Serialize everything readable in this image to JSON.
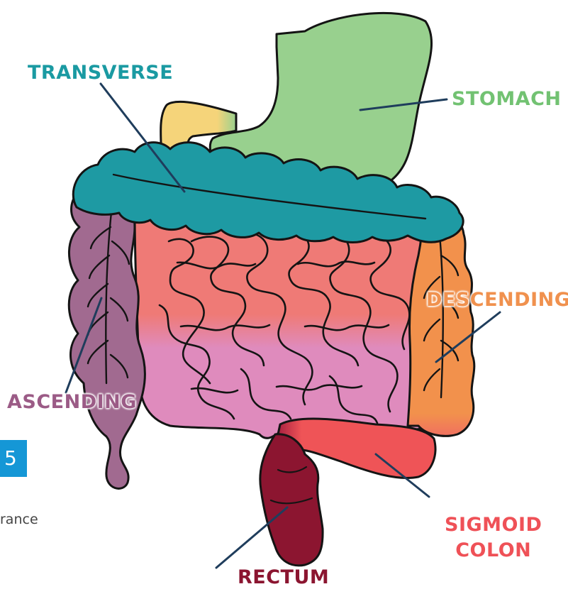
{
  "labels": {
    "transverse": "TRANSVERSE",
    "stomach": "STOMACH",
    "descending": "DESCENDING",
    "ascending": "ASCENDING",
    "sigmoid_line1": "SIGMOID",
    "sigmoid_line2": "COLON",
    "rectum": "RECTUM"
  },
  "edge_fragments": {
    "blue_tab_text": "5",
    "partial_text": "rance"
  },
  "colors": {
    "stomach": "#98d08e",
    "esophagus": "#f5d47a",
    "transverse": "#1e9aa3",
    "ascending": "#a16a90",
    "descending": "#f2914c",
    "small_intestine_upper": "#ef7a76",
    "small_intestine_lower": "#df8bbd",
    "sigmoid": "#ef5457",
    "rectum": "#8c1530",
    "leader_line": "#1f3d5c",
    "outline": "#141414"
  }
}
